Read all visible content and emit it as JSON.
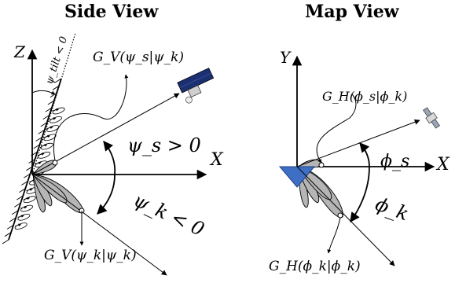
{
  "panels": {
    "side": {
      "title": "Side View",
      "axis_z": "Z",
      "axis_x": "X",
      "tilt_label": "ψ_tilt < 0",
      "gain_s_label": "G_V(ψ_s|ψ_k)",
      "gain_k_label": "G_V(ψ_k|ψ_k)",
      "angle_s_label": "ψ_s > 0",
      "angle_k_label": "ψ_k < 0"
    },
    "map": {
      "title": "Map View",
      "axis_y": "Y",
      "axis_x": "X",
      "gain_s_label": "G_H(ϕ_s|ϕ_k)",
      "gain_k_label": "G_H(ϕ_k|ϕ_k)",
      "angle_s_label": "ϕ_s",
      "angle_k_label": "ϕ_k"
    }
  },
  "colors": {
    "lobe_fill": "#b5b5b5",
    "antenna_fill": "#3f6fc4",
    "satellite_panel": "#1b2f73"
  },
  "icons": {
    "side_satellite": "satellite-icon",
    "map_satellite": "satellite-icon"
  }
}
